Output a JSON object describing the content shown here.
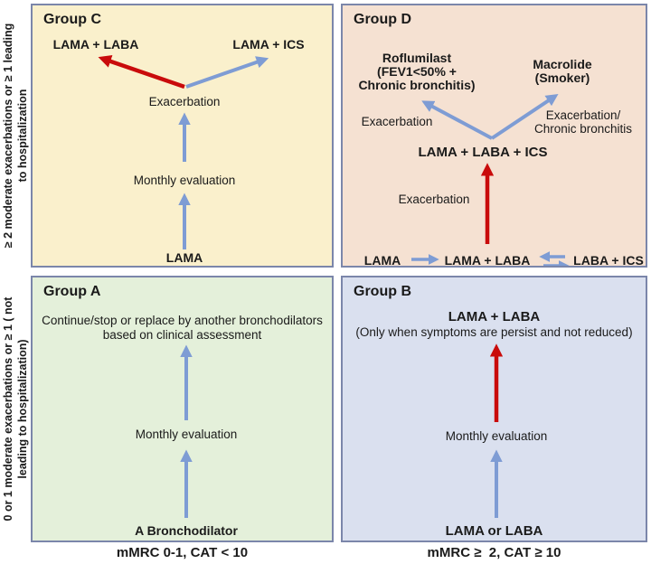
{
  "axes": {
    "y_top_line1": "≥ 2 moderate exacerbations or ≥ 1 leading",
    "y_top_line2": "to hospitalization",
    "y_bottom_line1": "0 or 1 moderate exacerbations or ≥ 1 ( not",
    "y_bottom_line2": "leading to hospitalization)",
    "x_left": "mMRC 0-1, CAT < 10",
    "x_right": "mMRC ≥  2, CAT ≥ 10"
  },
  "group_c": {
    "title": "Group C",
    "lama_laba": "LAMA + LABA",
    "lama_ics": "LAMA + ICS",
    "exacerbation": "Exacerbation",
    "monthly_evaluation": "Monthly evaluation",
    "lama": "LAMA"
  },
  "group_d": {
    "title": "Group D",
    "roflumilast_lines": [
      "Roflumilast",
      "(FEV1<50% +",
      "Chronic bronchitis)"
    ],
    "macrolide_lines": [
      "Macrolide",
      "(Smoker)"
    ],
    "exacerbation_left": "Exacerbation",
    "exacerbation_right_lines": [
      "Exacerbation/",
      "Chronic bronchitis"
    ],
    "triple_therapy": "LAMA + LABA + ICS",
    "exacerbation_mid": "Exacerbation",
    "lama": "LAMA",
    "lama_laba": "LAMA + LABA",
    "laba_ics": "LABA + ICS"
  },
  "group_a": {
    "title": "Group A",
    "note_line1": "Continue/stop or replace by another bronchodilators",
    "note_line2": "based on clinical assessment",
    "monthly_evaluation": "Monthly evaluation",
    "bronchodilator": "A Bronchodilator"
  },
  "group_b": {
    "title": "Group B",
    "lama_laba": "LAMA + LABA",
    "note": "(Only when symptoms are persist and not reduced)",
    "monthly_evaluation": "Monthly evaluation",
    "lama_or_laba": "LAMA or LABA"
  },
  "colors": {
    "group_c_bg": "#FAF0CC",
    "group_d_bg": "#F5E1D2",
    "group_a_bg": "#E4F0DA",
    "group_b_bg": "#DAE0EF",
    "border": "#7B86AA",
    "arrow_blue": "#7E9CD4",
    "arrow_red": "#C90B0B"
  }
}
